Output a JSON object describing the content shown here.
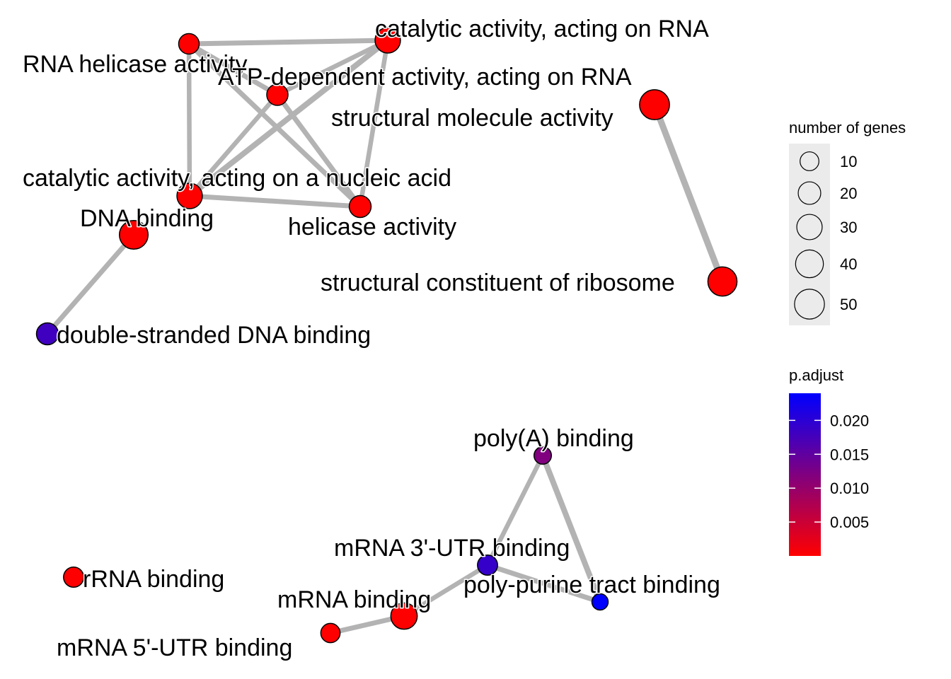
{
  "chart_data": {
    "type": "network",
    "nodes": [
      {
        "id": "catalytic activity, acting on RNA",
        "label": "catalytic activity, acting on RNA",
        "size": 30,
        "p_adjust": 0.0
      },
      {
        "id": "RNA helicase activity",
        "label": "RNA helicase activity",
        "size": 14,
        "p_adjust": 0.0
      },
      {
        "id": "ATP-dependent activity, acting on RNA",
        "label": "ATP-dependent activity, acting on RNA",
        "size": 16,
        "p_adjust": 0.0
      },
      {
        "id": "structural molecule activity",
        "label": "structural molecule activity",
        "size": 50,
        "p_adjust": 0.0
      },
      {
        "id": "catalytic activity, acting on a nucleic acid",
        "label": "catalytic activity, acting on a nucleic acid",
        "size": 30,
        "p_adjust": 0.0
      },
      {
        "id": "DNA binding",
        "label": "DNA binding",
        "size": 44,
        "p_adjust": 0.0
      },
      {
        "id": "helicase activity",
        "label": "helicase activity",
        "size": 18,
        "p_adjust": 0.0
      },
      {
        "id": "structural constituent of ribosome",
        "label": "structural constituent of ribosome",
        "size": 46,
        "p_adjust": 0.0
      },
      {
        "id": "double-stranded DNA binding",
        "label": "double-stranded DNA binding",
        "size": 18,
        "p_adjust": 0.018
      },
      {
        "id": "poly(A) binding",
        "label": "poly(A) binding",
        "size": 7,
        "p_adjust": 0.012
      },
      {
        "id": "mRNA 3'-UTR binding",
        "label": "mRNA 3'-UTR binding",
        "size": 13,
        "p_adjust": 0.019
      },
      {
        "id": "rRNA binding",
        "label": "rRNA binding",
        "size": 13,
        "p_adjust": 0.0
      },
      {
        "id": "poly-purine tract binding",
        "label": "poly-purine tract binding",
        "size": 5,
        "p_adjust": 0.024
      },
      {
        "id": "mRNA binding",
        "label": "mRNA binding",
        "size": 34,
        "p_adjust": 0.0
      },
      {
        "id": "mRNA 5'-UTR binding",
        "label": "mRNA 5'-UTR binding",
        "size": 11,
        "p_adjust": 0.0
      }
    ],
    "edges": [
      {
        "source": "RNA helicase activity",
        "target": "catalytic activity, acting on RNA",
        "weight": 0.6
      },
      {
        "source": "RNA helicase activity",
        "target": "ATP-dependent activity, acting on RNA",
        "weight": 0.6
      },
      {
        "source": "RNA helicase activity",
        "target": "catalytic activity, acting on a nucleic acid",
        "weight": 0.5
      },
      {
        "source": "RNA helicase activity",
        "target": "helicase activity",
        "weight": 0.6
      },
      {
        "source": "catalytic activity, acting on RNA",
        "target": "ATP-dependent activity, acting on RNA",
        "weight": 0.5
      },
      {
        "source": "catalytic activity, acting on RNA",
        "target": "catalytic activity, acting on a nucleic acid",
        "weight": 0.8
      },
      {
        "source": "catalytic activity, acting on RNA",
        "target": "helicase activity",
        "weight": 0.5
      },
      {
        "source": "ATP-dependent activity, acting on RNA",
        "target": "catalytic activity, acting on a nucleic acid",
        "weight": 0.5
      },
      {
        "source": "ATP-dependent activity, acting on RNA",
        "target": "helicase activity",
        "weight": 0.6
      },
      {
        "source": "catalytic activity, acting on a nucleic acid",
        "target": "helicase activity",
        "weight": 0.6
      },
      {
        "source": "structural molecule activity",
        "target": "structural constituent of ribosome",
        "weight": 1.0
      },
      {
        "source": "DNA binding",
        "target": "double-stranded DNA binding",
        "weight": 0.6
      },
      {
        "source": "poly(A) binding",
        "target": "mRNA 3'-UTR binding",
        "weight": 0.5
      },
      {
        "source": "poly(A) binding",
        "target": "poly-purine tract binding",
        "weight": 0.8
      },
      {
        "source": "mRNA 3'-UTR binding",
        "target": "poly-purine tract binding",
        "weight": 0.6
      },
      {
        "source": "mRNA 3'-UTR binding",
        "target": "mRNA binding",
        "weight": 0.5
      },
      {
        "source": "mRNA binding",
        "target": "mRNA 5'-UTR binding",
        "weight": 0.6
      }
    ],
    "edge_color": "#b3b3b3",
    "node_outline_color": "#000000",
    "legend": {
      "size": {
        "title": "number of genes",
        "values": [
          10,
          20,
          30,
          40,
          50
        ]
      },
      "color": {
        "title": "p.adjust",
        "ticks": [
          "0.020",
          "0.015",
          "0.010",
          "0.005"
        ],
        "tick_values": [
          0.02,
          0.015,
          0.01,
          0.005
        ],
        "range": [
          0.0,
          0.024
        ],
        "low_color": "#ff0000",
        "high_color": "#0000ff"
      }
    }
  }
}
